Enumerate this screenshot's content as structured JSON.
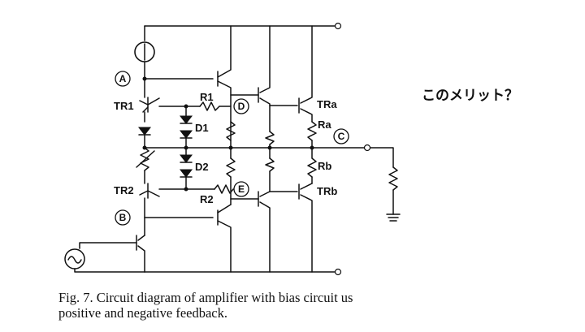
{
  "diagram": {
    "labels": {
      "tr1": "TR1",
      "tr2": "TR2",
      "r1": "R1",
      "r2": "R2",
      "d1": "D1",
      "d2": "D2",
      "tra": "TRa",
      "trb": "TRb",
      "ra": "Ra",
      "rb": "Rb"
    },
    "nodes": {
      "a": "A",
      "b": "B",
      "c": "C",
      "d": "D",
      "e": "E"
    }
  },
  "note": "このメリット？",
  "caption": {
    "line1": "Fig. 7. Circuit diagram of amplifier with bias circuit us",
    "line2": "positive and negative feedback."
  }
}
